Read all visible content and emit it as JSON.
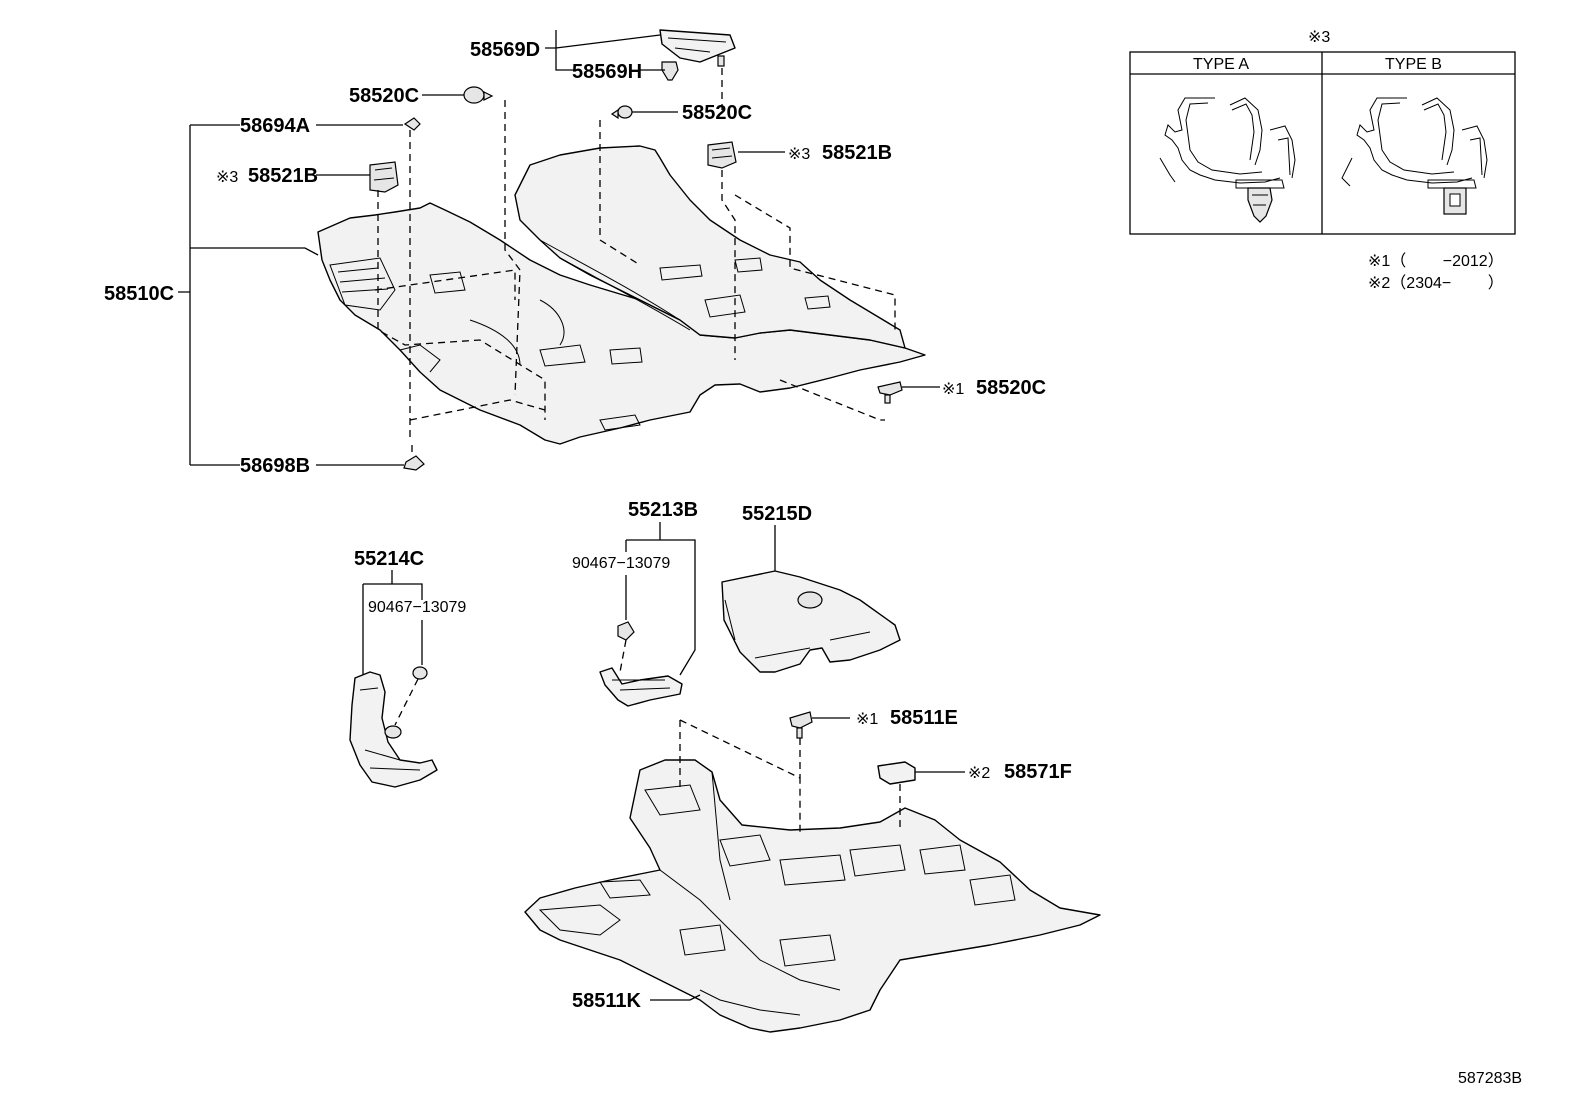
{
  "labels": {
    "p58569D": "58569D",
    "p58569H": "58569H",
    "p58520C_a": "58520C",
    "p58520C_b": "58520C",
    "p58694A": "58694A",
    "p58521B_a": "58521B",
    "p58521B_b": "58521B",
    "p58510C": "58510C",
    "p58698B": "58698B",
    "p58520C_c": "58520C",
    "p55213B": "55213B",
    "p55215D": "55215D",
    "p55214C": "55214C",
    "p90467_a": "90467−13079",
    "p90467_b": "90467−13079",
    "p58511E": "58511E",
    "p58571F": "58571F",
    "p58511K": "58511K"
  },
  "marks": {
    "note1": "※1",
    "note2": "※2",
    "note3": "※3"
  },
  "inset": {
    "header": "※3",
    "type_a": "TYPE A",
    "type_b": "TYPE B"
  },
  "notes": {
    "note1_text": "※1（　　 −2012）",
    "note2_text": "※2（2304−　　 ）"
  },
  "diagram_id": "587283B"
}
